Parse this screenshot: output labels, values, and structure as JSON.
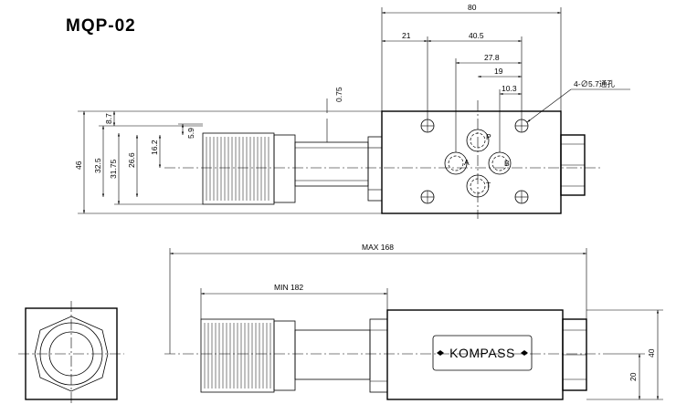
{
  "title": "MQP-02",
  "dimensions": {
    "d80": "80",
    "d21": "21",
    "d40_5": "40.5",
    "d27_8": "27.8",
    "d19": "19",
    "d10_3": "10.3",
    "hole_note": "4-∅5.7通孔",
    "d0_75": "0.75",
    "d8_7": "8.7",
    "d5_9": "5.9",
    "d16_2": "16.2",
    "d26_6": "26.6",
    "d31_75": "31.75",
    "d32_5": "32.5",
    "d46": "46",
    "max_label": "MAX 168",
    "min_label": "MIN 182",
    "d40": "40",
    "d20": "20"
  },
  "ports": {
    "p": "P",
    "t": "T",
    "a": "A",
    "b": "B"
  },
  "brand": "KOMPASS"
}
